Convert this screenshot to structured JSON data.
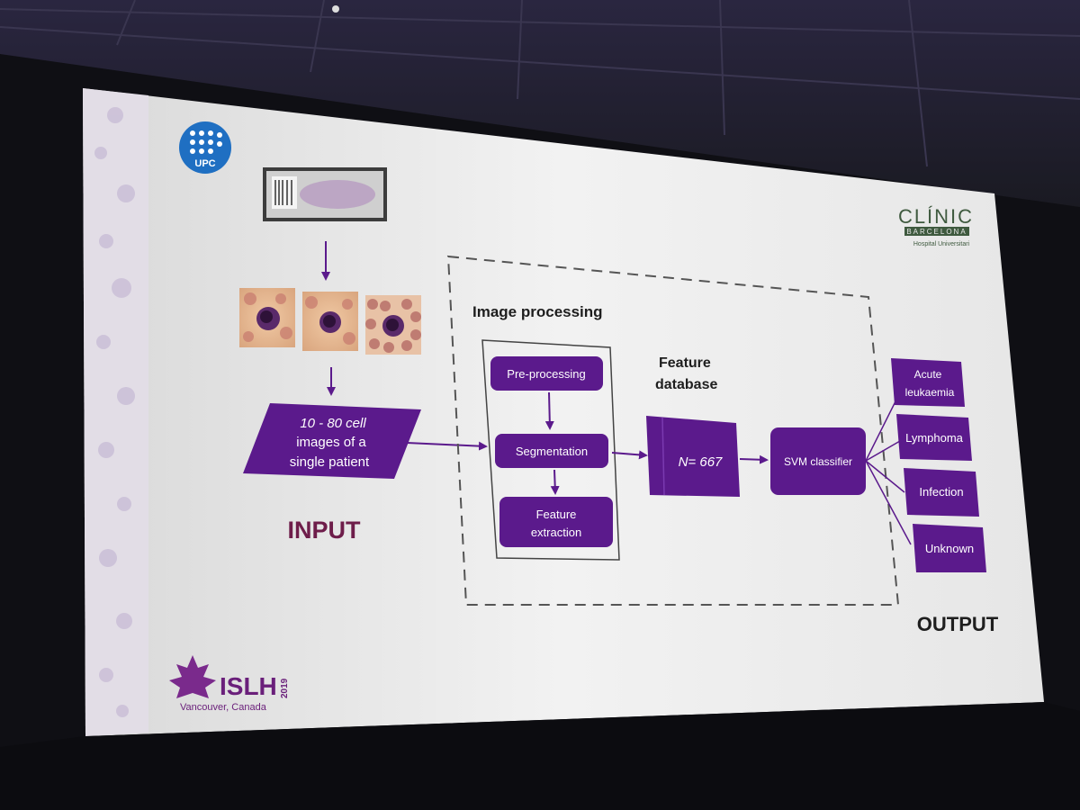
{
  "logos": {
    "upc": "UPC",
    "clinic_name": "CLÍNIC",
    "clinic_sub": "BARCELONA",
    "clinic_tag": "Hospital Universitari",
    "islh": "ISLH",
    "islh_year": "2019",
    "islh_location": "Vancouver, Canada"
  },
  "input": {
    "line1": "10 - 80 cell",
    "line2": "images of a",
    "line3": "single patient",
    "label": "INPUT"
  },
  "image_processing": {
    "title": "Image processing",
    "steps": [
      "Pre-processing",
      "Segmentation",
      "Feature extraction"
    ],
    "step3_line1": "Feature",
    "step3_line2": "extraction"
  },
  "feature_database": {
    "line1": "Feature",
    "line2": "database",
    "value": "N= 667"
  },
  "classifier": {
    "label": "SVM classifier"
  },
  "output": {
    "label": "OUTPUT",
    "classes": [
      "Acute leukaemia",
      "Lymphoma",
      "Infection",
      "Unknown"
    ],
    "class1_line1": "Acute",
    "class1_line2": "leukaemia"
  },
  "colors": {
    "purple": "#5b1a8c",
    "purple_dark": "#4a1272",
    "maroon": "#6e1d4a",
    "screen": "#ececec"
  }
}
